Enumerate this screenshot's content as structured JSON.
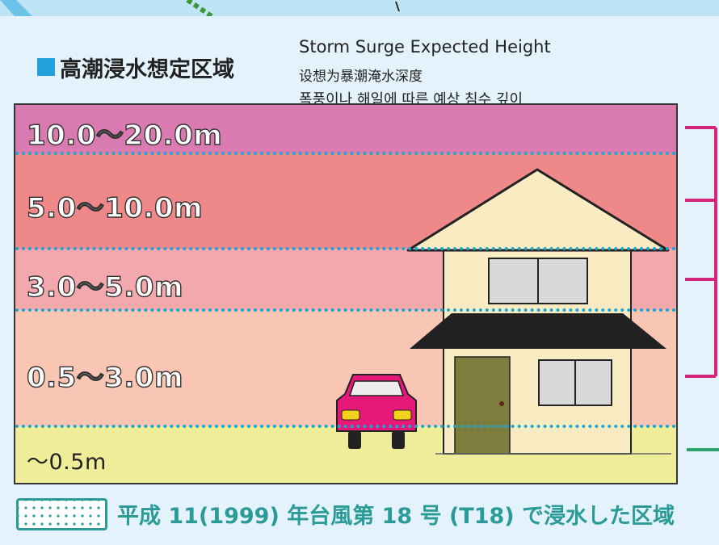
{
  "header": {
    "title_jp": "高潮浸水想定区域",
    "title_en": "Storm Surge Expected Height",
    "title_zh": "设想为暴潮淹水深度",
    "title_ko": "폭풍이나 해일에 따른 예상 침수 깊이"
  },
  "bands": [
    {
      "label": "10.0～20.0m",
      "color": "#d97bb0"
    },
    {
      "label": "5.0～10.0m",
      "color": "#ef8989"
    },
    {
      "label": "3.0～5.0m",
      "color": "#f3a8ad"
    },
    {
      "label": "0.5～3.0m",
      "color": "#f8c6b3"
    },
    {
      "label": "～0.5m",
      "color": "#f0ed9a"
    }
  ],
  "colors": {
    "dotted_line": "#19a8d6",
    "bracket_magenta": "#d4247c",
    "bracket_green": "#2aa46c",
    "swatch_teal": "#2a9b97",
    "title_square": "#22a2dc",
    "car": "#e6187a"
  },
  "illustration": [
    "house-icon",
    "car-icon"
  ],
  "footer": {
    "legend_text": "平成 11(1999) 年台風第 18 号 (T18) で浸水した区域"
  }
}
